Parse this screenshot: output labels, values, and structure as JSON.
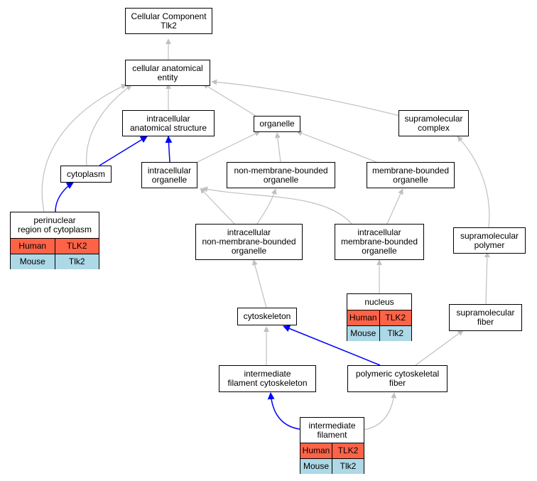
{
  "colors": {
    "human": "#ff6347",
    "mouse": "#add8e6",
    "edge_default": "#c0c0c0",
    "edge_highlight": "#0000ff"
  },
  "nodes": {
    "cellular_component": {
      "label": "Cellular Component\nTlk2"
    },
    "cellular_anatomical_entity": {
      "label": "cellular anatomical\nentity"
    },
    "intracellular_anatomical_structure": {
      "label": "intracellular\nanatomical structure"
    },
    "organelle": {
      "label": "organelle"
    },
    "supramolecular_complex": {
      "label": "supramolecular\ncomplex"
    },
    "cytoplasm": {
      "label": "cytoplasm"
    },
    "intracellular_organelle": {
      "label": "intracellular\norganelle"
    },
    "non_membrane_bounded_organelle": {
      "label": "non-membrane-bounded\norganelle"
    },
    "membrane_bounded_organelle": {
      "label": "membrane-bounded\norganelle"
    },
    "perinuclear_region": {
      "label": "perinuclear\nregion of cytoplasm",
      "human": [
        "Human",
        "TLK2"
      ],
      "mouse": [
        "Mouse",
        "Tlk2"
      ]
    },
    "intracellular_non_membrane_bounded_organelle": {
      "label": "intracellular\nnon-membrane-bounded\norganelle"
    },
    "intracellular_membrane_bounded_organelle": {
      "label": "intracellular\nmembrane-bounded\norganelle"
    },
    "supramolecular_polymer": {
      "label": "supramolecular\npolymer"
    },
    "nucleus": {
      "label": "nucleus",
      "human": [
        "Human",
        "TLK2"
      ],
      "mouse": [
        "Mouse",
        "Tlk2"
      ]
    },
    "cytoskeleton": {
      "label": "cytoskeleton"
    },
    "supramolecular_fiber": {
      "label": "supramolecular\nfiber"
    },
    "intermediate_filament_cytoskeleton": {
      "label": "intermediate\nfilament cytoskeleton"
    },
    "polymeric_cytoskeletal_fiber": {
      "label": "polymeric cytoskeletal\nfiber"
    },
    "intermediate_filament": {
      "label": "intermediate\nfilament",
      "human": [
        "Human",
        "TLK2"
      ],
      "mouse": [
        "Mouse",
        "Tlk2"
      ]
    }
  }
}
